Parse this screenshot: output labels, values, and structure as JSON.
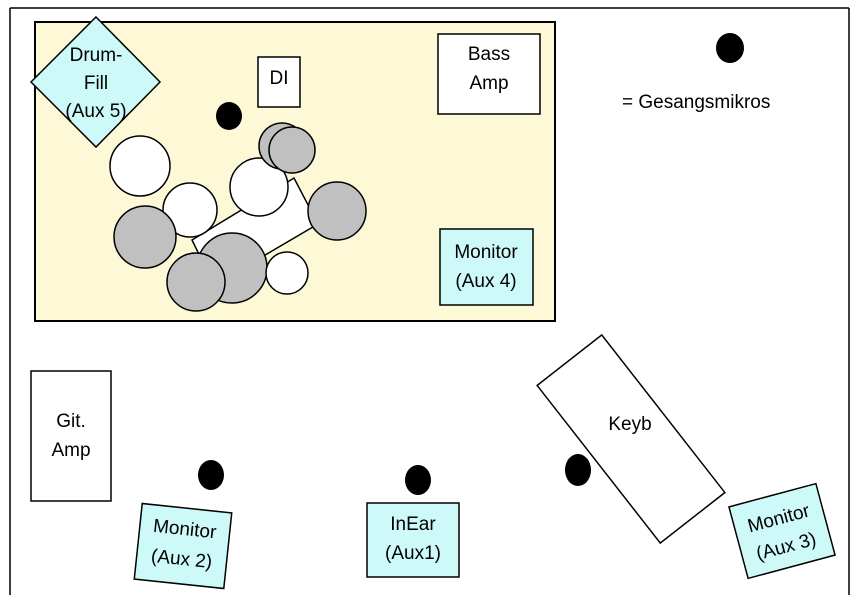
{
  "colors": {
    "drum_riser": "#fdf8d5",
    "monitor": "#cdfaf8",
    "drum_gray": "#c0c0c0",
    "line": "#000000",
    "background": "#ffffff"
  },
  "riser": {
    "drum_fill": {
      "line1": "Drum-",
      "line2": "Fill",
      "line3": "(Aux 5)"
    },
    "di": "DI",
    "bass_amp": {
      "line1": "Bass",
      "line2": "Amp"
    },
    "monitor_aux4": {
      "line1": "Monitor",
      "line2": "(Aux 4)"
    }
  },
  "legend": {
    "label": "= Gesangsmikros"
  },
  "stage": {
    "git_amp": {
      "line1": "Git.",
      "line2": "Amp"
    },
    "monitor_aux2": {
      "line1": "Monitor",
      "line2": "(Aux 2)"
    },
    "inear_aux1": {
      "line1": "InEar",
      "line2": "(Aux1)"
    },
    "keyb": "Keyb",
    "monitor_aux3": {
      "line1": "Monitor",
      "line2": "(Aux 3)"
    }
  }
}
